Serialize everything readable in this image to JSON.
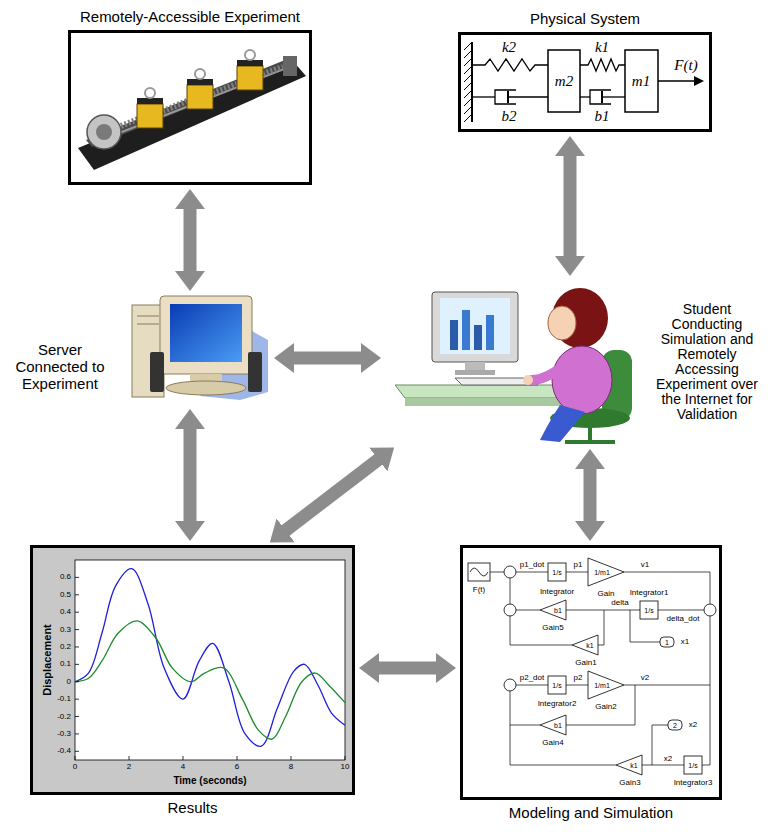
{
  "diagram": {
    "nodes": [
      {
        "text": [
          "Remotely-Accessible Experiment"
        ]
      },
      {
        "text": [
          "Physical System"
        ]
      },
      {
        "text": [
          "Server Connected to Experiment"
        ]
      },
      {
        "text": [
          "Student Conducting Simulation and Remotely Accessing Experiment over the Internet for Validation"
        ]
      },
      {
        "text": [
          "Results"
        ]
      },
      {
        "text": [
          "Modeling and Simulation"
        ]
      }
    ],
    "edges": [
      {
        "from": 0,
        "to": 2,
        "arrow": "both"
      },
      {
        "from": 1,
        "to": 3,
        "arrow": "both"
      },
      {
        "from": 2,
        "to": 3,
        "arrow": "both"
      },
      {
        "from": 2,
        "to": 4,
        "arrow": "both"
      },
      {
        "from": 3,
        "to": 4,
        "arrow": "both"
      },
      {
        "from": 3,
        "to": 5,
        "arrow": "both"
      },
      {
        "from": 4,
        "to": 5,
        "arrow": "both"
      }
    ],
    "labels": [
      "k2",
      "b2",
      "m2",
      "k1",
      "b1",
      "m1",
      "F(t)",
      "Displacement",
      "Time (seconds)",
      "0.6",
      "0.5",
      "0.4",
      "0.3",
      "0.2",
      "0.1",
      "0",
      "-0.1",
      "-0.2",
      "-0.3",
      "-0.4",
      "0",
      "2",
      "4",
      "6",
      "8",
      "10",
      "F(t)",
      "p1_dot",
      "1/s",
      "Integrator",
      "p1",
      "1/m1",
      "Gain",
      "v1",
      "Integrator1",
      "1/s",
      "delta",
      "delta_dot",
      "b1",
      "Gain5",
      "k1",
      "Gain1",
      "1",
      "x1",
      "p2_dot",
      "1/s",
      "Integrator2",
      "p2",
      "1/m1",
      "Gain2",
      "v2",
      "b1",
      "Gain4",
      "2",
      "x2",
      "x2",
      "1/s",
      "Integrator3",
      "k1",
      "Gain3"
    ]
  }
}
